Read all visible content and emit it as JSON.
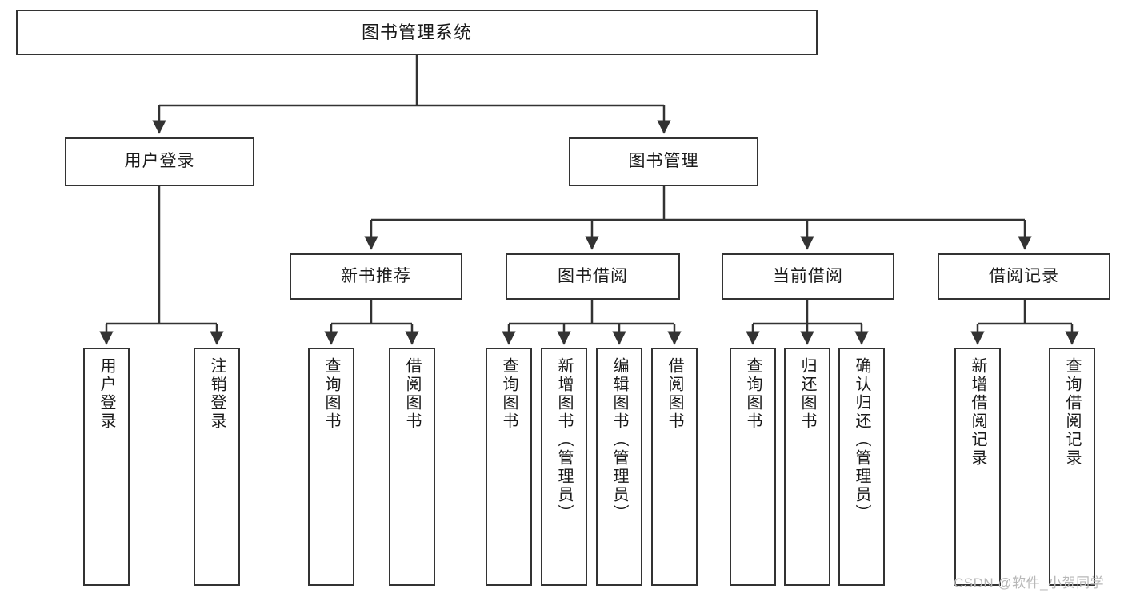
{
  "diagram": {
    "title": "图书管理系统",
    "type": "functional-structure-tree",
    "watermark": "CSDN @软件_小贺同学",
    "colors": {
      "box_border": "#333333",
      "box_fill": "#ffffff",
      "connector": "#333333",
      "text": "#1a1a1a",
      "watermark": "#b8b8b8",
      "background": "#ffffff"
    },
    "nodes": {
      "root": {
        "label": "图书管理系统"
      },
      "level2": [
        {
          "id": "user-login",
          "label": "用户登录"
        },
        {
          "id": "book-manage",
          "label": "图书管理"
        }
      ],
      "level3": [
        {
          "id": "new-book-recommend",
          "label": "新书推荐"
        },
        {
          "id": "book-borrow",
          "label": "图书借阅"
        },
        {
          "id": "current-borrow",
          "label": "当前借阅"
        },
        {
          "id": "borrow-record",
          "label": "借阅记录"
        }
      ],
      "leaves": {
        "user-login": [
          {
            "id": "leaf-user-login",
            "label": "用户登录"
          },
          {
            "id": "leaf-logout-login",
            "label": "注销登录"
          }
        ],
        "new-book-recommend": [
          {
            "id": "leaf-query-book-1",
            "label": "查询图书"
          },
          {
            "id": "leaf-borrow-book-1",
            "label": "借阅图书"
          }
        ],
        "book-borrow": [
          {
            "id": "leaf-query-book-2",
            "label": "查询图书"
          },
          {
            "id": "leaf-add-book",
            "label": "新增图书（管理员）"
          },
          {
            "id": "leaf-edit-book",
            "label": "编辑图书（管理员）"
          },
          {
            "id": "leaf-borrow-book-2",
            "label": "借阅图书"
          }
        ],
        "current-borrow": [
          {
            "id": "leaf-query-book-3",
            "label": "查询图书"
          },
          {
            "id": "leaf-return-book",
            "label": "归还图书"
          },
          {
            "id": "leaf-confirm-return",
            "label": "确认归还（管理员）"
          }
        ],
        "borrow-record": [
          {
            "id": "leaf-add-record",
            "label": "新增借阅记录"
          },
          {
            "id": "leaf-query-record",
            "label": "查询借阅记录"
          }
        ]
      }
    }
  }
}
